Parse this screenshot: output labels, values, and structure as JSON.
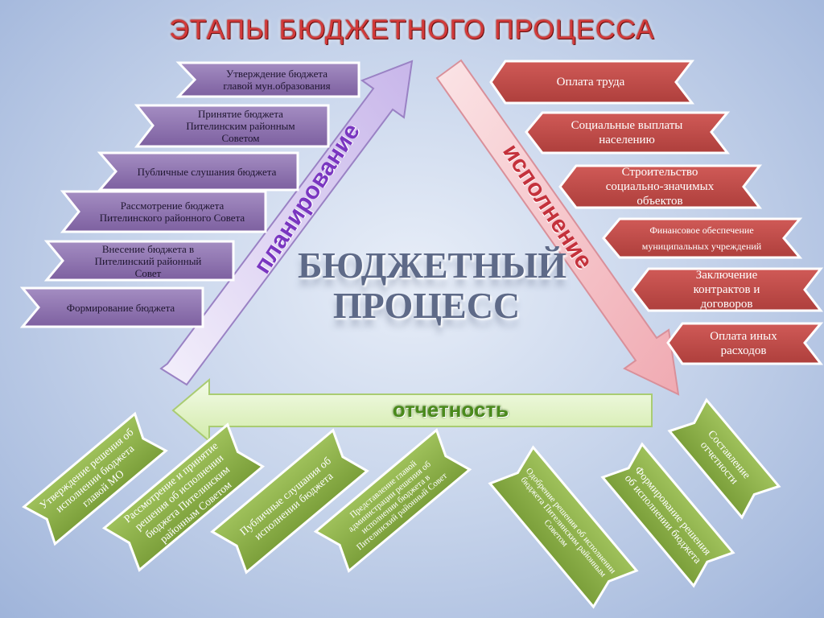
{
  "title": "ЭТАПЫ БЮДЖЕТНОГО ПРОЦЕССА",
  "center": {
    "line1": "БЮДЖЕТНЫЙ",
    "line2": "ПРОЦЕСС"
  },
  "arrows": {
    "planning": "планирование",
    "execution": "исполнение",
    "reporting": "отчетность"
  },
  "planning_steps": [
    "Утверждение бюджета главой мун.образования",
    "Принятие бюджета Пителинским районным Советом",
    "Публичные слушания бюджета",
    "Рассмотрение бюджета Пителинского районного Совета",
    "Внесение бюджета  в Пителинский районный Совет",
    "Формирование бюджета"
  ],
  "execution_steps": [
    "Оплата труда",
    "Социальные выплаты населению",
    "Строительство социально-значимых объектов",
    "Финансовое обеспечение муниципальных учреждений",
    "Заключение контрактов и договоров",
    "Оплата иных расходов"
  ],
  "reporting_steps": [
    "Утверждение решения об исполнении бюджета главой МО",
    "Рассмотрение и принятие решения об исполнении бюджета Пителинским районным Советом",
    "Публичные слушания об исполнении бюджета",
    "Представление  главой администрации решения об исполнении  бюджета в Пителинский районный Совет",
    "Одобрение решения об исполнении бюджета Пителинским районным Советом",
    "Формирование решения об исполнении бюджета",
    "Составление отчетности"
  ],
  "colors": {
    "title": "#d23a3a",
    "purple_fill": "#8e72ac",
    "red_fill": "#c0504d",
    "green_fill": "#8db04a",
    "planning_arrow": "#d9ccf0",
    "execution_arrow": "#f4c4c8",
    "reporting_arrow": "#dff0c4"
  }
}
